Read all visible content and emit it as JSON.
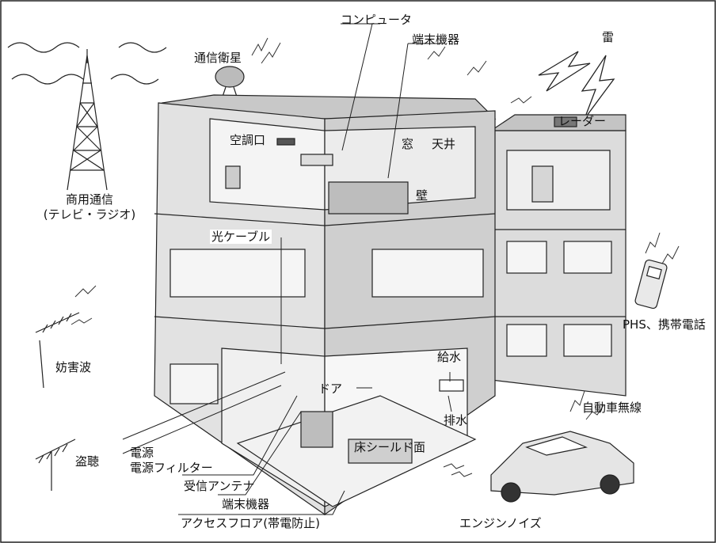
{
  "labels": {
    "computer": "コンピュータ",
    "terminal_top": "端末機器",
    "lightning": "雷",
    "satellite": "通信衛星",
    "radar": "レーダー",
    "broadcast_line1": "商用通信",
    "broadcast_line2": "(テレビ・ラジオ)",
    "aircon": "空調口",
    "window": "窓",
    "ceiling": "天井",
    "wall": "壁",
    "optical_cable": "光ケーブル",
    "interference": "妨害波",
    "mobile": "PHS、携帯電話",
    "water_supply": "給水",
    "door": "ドア",
    "drain": "排水",
    "car_radio": "自動車無線",
    "floor_shield": "床シールド面",
    "eavesdrop": "盗聴",
    "power": "電源",
    "power_filter": "電源フィルター",
    "receive_antenna": "受信アンテナ",
    "terminal_bottom": "端末機器",
    "access_floor": "アクセスフロア(帯電防止)",
    "engine_noise": "エンジンノイズ"
  },
  "colors": {
    "building_light": "#e6e6e6",
    "building_mid": "#cfcfcf",
    "building_dark": "#9a9a9a",
    "line": "#1a1a1a",
    "floor_tile": "#f2f2f2"
  }
}
